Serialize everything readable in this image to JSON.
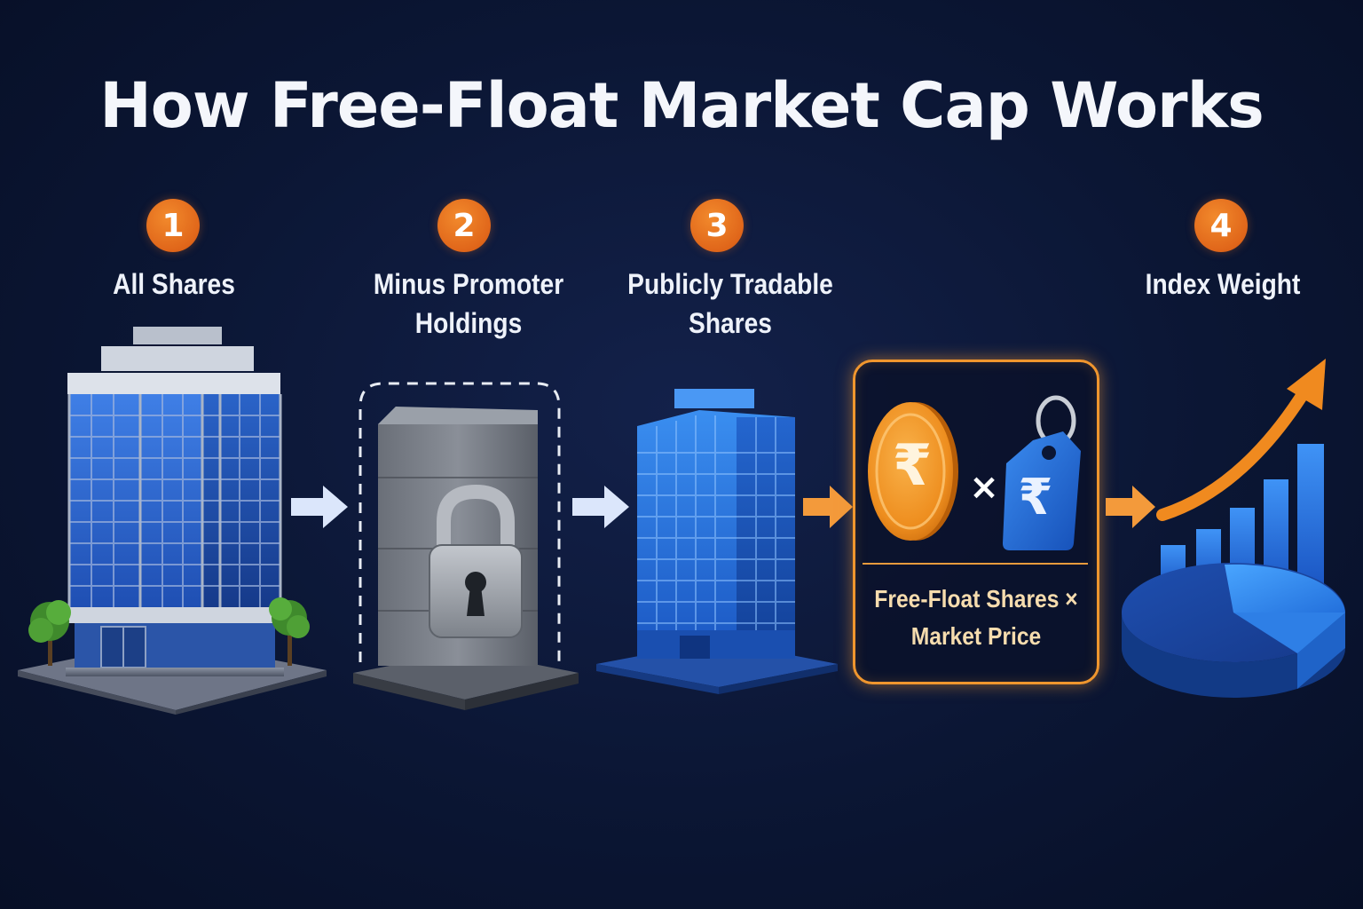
{
  "title": "How Free-Float Market Cap Works",
  "steps": [
    {
      "number": "1",
      "label": "All Shares"
    },
    {
      "number": "2",
      "label_line1": "Minus Promoter",
      "label_line2": "Holdings"
    },
    {
      "number": "3",
      "label_line1": "Publicly Tradable",
      "label_line2": "Shares"
    },
    {
      "number": "4",
      "label": "Index Weight"
    }
  ],
  "formula": {
    "coin_symbol": "₹",
    "tag_symbol": "₹",
    "operator": "×",
    "line1": "Free-Float Shares ×",
    "line2": "Market Price"
  },
  "icons": {
    "step1": "office-building-icon",
    "step2": "padlock-icon",
    "step3": "blue-building-icon",
    "formula_coin": "rupee-coin-icon",
    "formula_tag": "price-tag-icon",
    "step4": "growth-chart-icon",
    "connector": "arrow-right-icon"
  },
  "colors": {
    "background": "#0b1634",
    "badge": "#e0661a",
    "formula_border": "#f0962e",
    "building_blue": "#2f6fd6",
    "arrow_light": "#dbe6fb",
    "arrow_orange": "#f39a3b"
  }
}
